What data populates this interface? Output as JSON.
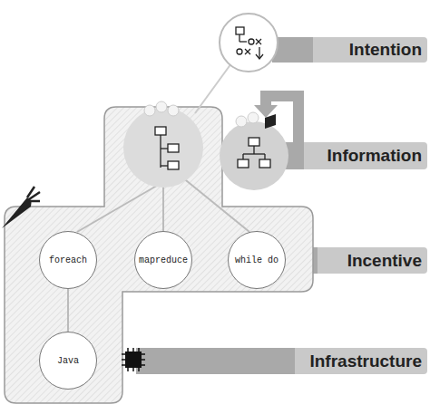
{
  "diagram": {
    "nodes": [
      {
        "text": [
          "Intention"
        ]
      },
      {
        "text": [
          "Information"
        ]
      },
      {
        "text": [
          "foreach"
        ]
      },
      {
        "text": [
          "mapreduce"
        ]
      },
      {
        "text": [
          "while do"
        ]
      },
      {
        "text": [
          "Incentive"
        ]
      },
      {
        "text": [
          "Java"
        ]
      },
      {
        "text": [
          "Infrastructure"
        ]
      }
    ],
    "edges": [
      {
        "from": 2,
        "to": 6,
        "arrow": "none"
      }
    ]
  }
}
